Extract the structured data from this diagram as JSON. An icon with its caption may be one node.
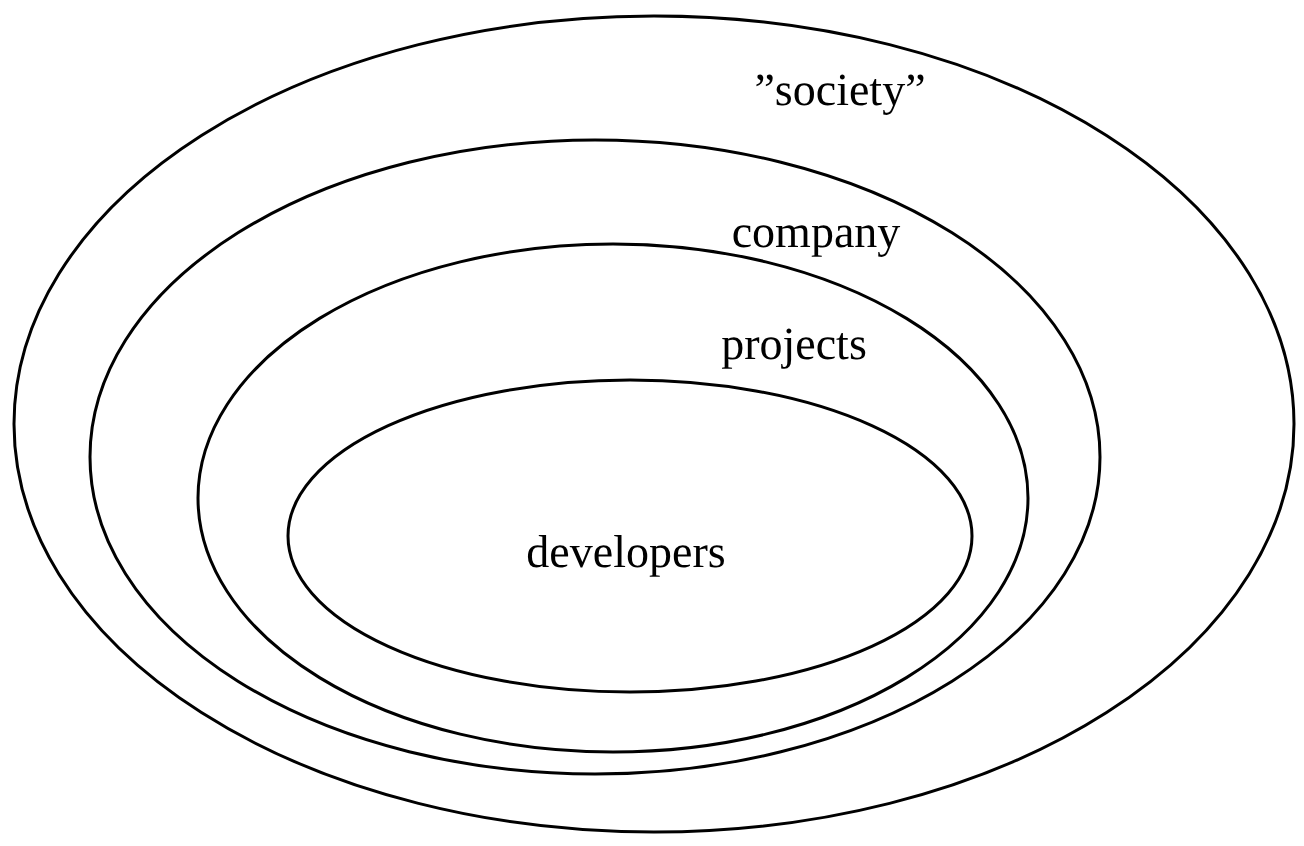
{
  "diagram": {
    "nodes": [
      {
        "text": [
          "”society”"
        ]
      },
      {
        "text": [
          "company"
        ],
        "in": 0
      },
      {
        "text": [
          "projects"
        ],
        "in": 1
      },
      {
        "text": [
          "developers"
        ],
        "in": 2
      }
    ]
  }
}
